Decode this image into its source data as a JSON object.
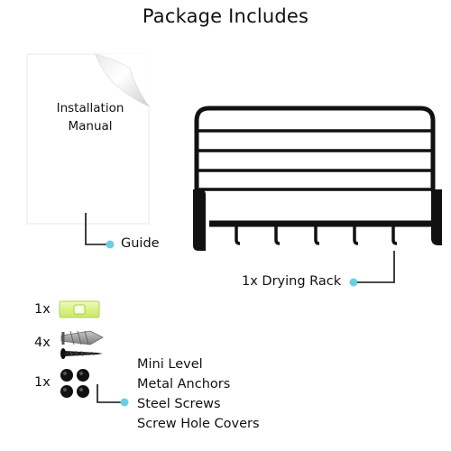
{
  "title": "Package Includes",
  "manual": {
    "line1": "Installation",
    "line2": "Manual"
  },
  "guide_label": "Guide",
  "rack_label": "1x Drying Rack",
  "quantities": {
    "level": "1x",
    "anchors": "4x",
    "covers": "1x"
  },
  "hardware_items": [
    "Mini Level",
    "Metal Anchors",
    "Steel Screws",
    "Screw Hole Covers"
  ],
  "colors": {
    "accent": "#6ccfdf",
    "rack": "#111111",
    "level": "#d4f07a"
  }
}
